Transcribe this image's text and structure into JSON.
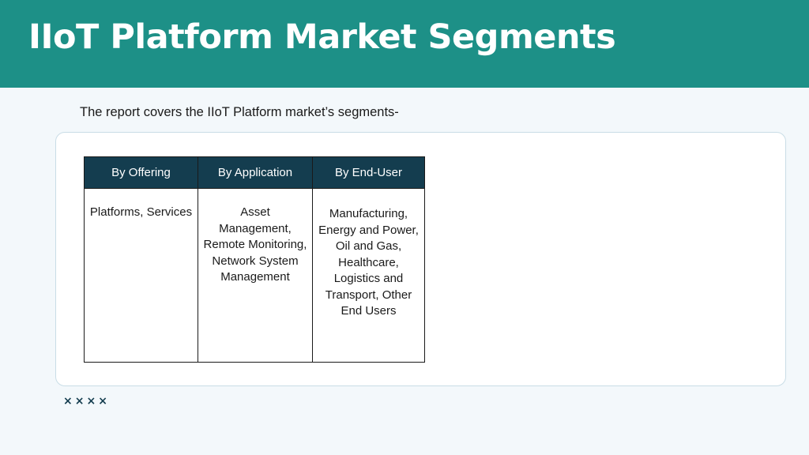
{
  "slide": {
    "title": "IIoT Platform Market Segments",
    "intro": "The report covers the IIoT Platform market’s segments-"
  },
  "table": {
    "headers": [
      "By Offering",
      "By Application",
      "By End-User"
    ],
    "cells": [
      "Platforms, Services",
      "Asset Management, Remote Monitoring, Network System Management",
      "Manufacturing, Energy and Power, Oil and Gas, Healthcare, Logistics and Transport, Other End Users"
    ]
  },
  "decoration": {
    "marks": "××××"
  },
  "colors": {
    "header_band": "#1d9087",
    "table_header": "#143d4f",
    "background": "#f3f8fb"
  }
}
